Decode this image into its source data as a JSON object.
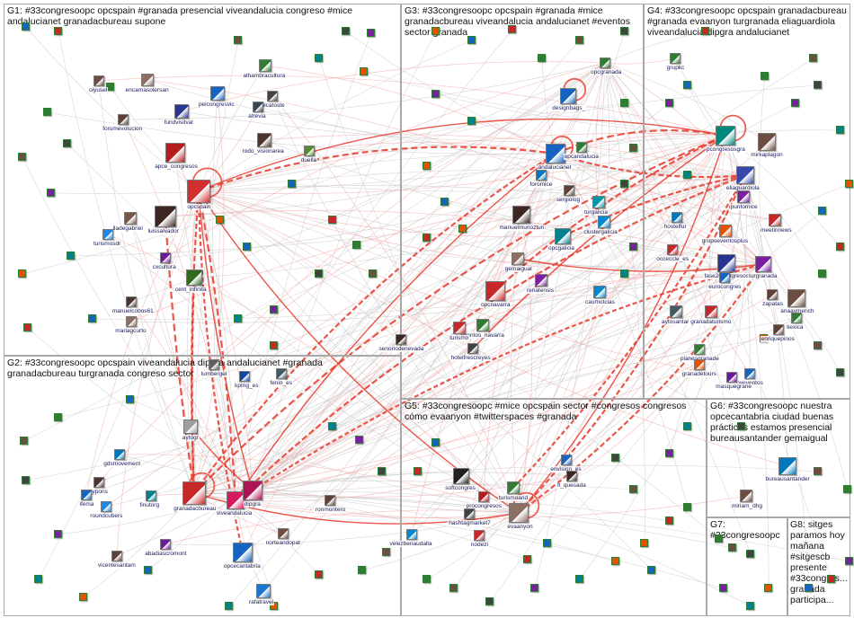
{
  "groups": [
    {
      "id": "G1",
      "label": "G1: #33congresoopc opcspain #granada presencial viveandalucia congreso #mice andalucianet granadacbureau supone"
    },
    {
      "id": "G2",
      "label": "G2: #33congresoopc opcspain viveandalucia dipgra andalucianet #granada granadacbureau turgranada congreso sector"
    },
    {
      "id": "G3",
      "label": "G3: #33congresoopc opcspain #granada #mice granadacbureau viveandalucia andalucianet #eventos sector granada"
    },
    {
      "id": "G4",
      "label": "G4: #33congresoopc opcspain granadacbureau #granada evaanyon turgranada eliaguardiola viveandalucia dipgra andalucianet"
    },
    {
      "id": "G5",
      "label": "G5: #33congresoopc #mice opcspain sector #congresos congresos cómo evaanyon #twitterspaces #granada"
    },
    {
      "id": "G6",
      "label": "G6: #33congresoopc nuestra opcecantabria ciudad buenas prácticas estamos presencial bureausantander gemaigual"
    },
    {
      "id": "G7",
      "label": "G7: #33congresoopc"
    },
    {
      "id": "G8",
      "label": "G8: sitges paramos hoy mañana #sitgescb presente #33congres... granada participa..."
    }
  ],
  "nodes": [
    {
      "label": "alhambracultura",
      "color": "#2e7d32",
      "g": "G1"
    },
    {
      "label": "oiyusel",
      "color": "#6d4c41",
      "g": "G1"
    },
    {
      "label": "encarnasolersan",
      "color": "#8d6e63",
      "g": "G1"
    },
    {
      "label": "pelcongresvic",
      "color": "#1565c0",
      "g": "G1"
    },
    {
      "label": "apicatoste",
      "color": "#424242",
      "g": "G1"
    },
    {
      "label": "fundvisitval",
      "color": "#283593",
      "g": "G1"
    },
    {
      "label": "atrevia",
      "color": "#37474f",
      "g": "G1"
    },
    {
      "label": "forumevolucion",
      "color": "#5d4037",
      "g": "G1"
    },
    {
      "label": "rodo_visionarea",
      "color": "#4e342e",
      "g": "G1"
    },
    {
      "label": "apce_congresos",
      "color": "#b71c1c",
      "g": "G1"
    },
    {
      "label": "duella",
      "color": "#558b2f",
      "g": "G1"
    },
    {
      "label": "opcspain",
      "color": "#d32f2f",
      "g": "G1"
    },
    {
      "label": "luissalvador",
      "color": "#3e2723",
      "g": "G1"
    },
    {
      "label": "lladegabriel",
      "color": "#795548",
      "g": "G1"
    },
    {
      "label": "turismosdr",
      "color": "#1e88e5",
      "g": "G1"
    },
    {
      "label": "cxcultura",
      "color": "#6a1b9a",
      "g": "G1"
    },
    {
      "label": "cent_infinita",
      "color": "#33691e",
      "g": "G1"
    },
    {
      "label": "manuelcobos61",
      "color": "#4e342e",
      "g": "G1"
    },
    {
      "label": "mariagcurto",
      "color": "#8d6e63",
      "g": "G1"
    },
    {
      "label": "senoriodenevada",
      "color": "#3e2723",
      "g": "G1"
    },
    {
      "label": "lumbergel",
      "color": "#616161",
      "g": "G2"
    },
    {
      "label": "kpmg_es",
      "color": "#0d47a1",
      "g": "G2"
    },
    {
      "label": "fenin_es",
      "color": "#455a64",
      "g": "G2"
    },
    {
      "label": "aytogr",
      "color": "#9e9e9e",
      "g": "G2"
    },
    {
      "label": "gdsmovement",
      "color": "#0277bd",
      "g": "G2"
    },
    {
      "label": "ypons",
      "color": "#4e342e",
      "g": "G2"
    },
    {
      "label": "ifema",
      "color": "#1565c0",
      "g": "G2"
    },
    {
      "label": "finutorg",
      "color": "#00838f",
      "g": "G2"
    },
    {
      "label": "roundcubers",
      "color": "#1e88e5",
      "g": "G2"
    },
    {
      "label": "granadacbureau",
      "color": "#c62828",
      "g": "G2"
    },
    {
      "label": "viveandalucia",
      "color": "#d81b60",
      "g": "G2"
    },
    {
      "label": "dipgra",
      "color": "#ad1457",
      "g": "G2"
    },
    {
      "label": "ronmontero",
      "color": "#5d4037",
      "g": "G2"
    },
    {
      "label": "norteandopat",
      "color": "#6d4c41",
      "g": "G2"
    },
    {
      "label": "abadiascromont",
      "color": "#6a1b9a",
      "g": "G2"
    },
    {
      "label": "opcecantabria",
      "color": "#1565c0",
      "g": "G2"
    },
    {
      "label": "vicentesantam",
      "color": "#5d4037",
      "g": "G2"
    },
    {
      "label": "rafatravel",
      "color": "#1976d2",
      "g": "G2"
    },
    {
      "label": "opcgranada",
      "color": "#2e7d32",
      "g": "G3"
    },
    {
      "label": "designbags_",
      "color": "#1565c0",
      "g": "G3"
    },
    {
      "label": "andalucianet",
      "color": "#1565c0",
      "g": "G3"
    },
    {
      "label": "opcandalucia",
      "color": "#2e7d32",
      "g": "G3"
    },
    {
      "label": "foromice",
      "color": "#0277bd",
      "g": "G3"
    },
    {
      "label": "sergiolog",
      "color": "#5d4037",
      "g": "G3"
    },
    {
      "label": "manuelmunozturi",
      "color": "#3e2723",
      "g": "G3"
    },
    {
      "label": "turgalicia",
      "color": "#0097a7",
      "g": "G3"
    },
    {
      "label": "opcgalicia",
      "color": "#00838f",
      "g": "G3"
    },
    {
      "label": "clustergalicia",
      "color": "#0288d1",
      "g": "G3"
    },
    {
      "label": "gemaigual",
      "color": "#8d6e63",
      "g": "G3"
    },
    {
      "label": "renatensis",
      "color": "#7b1fa2",
      "g": "G3"
    },
    {
      "label": "opcnavarra",
      "color": "#c62828",
      "g": "G3"
    },
    {
      "label": "eventos_navarra",
      "color": "#2e7d32",
      "g": "G3"
    },
    {
      "label": "turismo",
      "color": "#c62828",
      "g": "G3"
    },
    {
      "label": "hotelfrescreyes",
      "color": "#424242",
      "g": "G3"
    },
    {
      "label": "caumotcias",
      "color": "#0288d1",
      "g": "G3"
    },
    {
      "label": "grupkc",
      "color": "#2e7d32",
      "g": "G4"
    },
    {
      "label": "pcongresosgra",
      "color": "#00897b",
      "g": "G4"
    },
    {
      "label": "mirkaplagon",
      "color": "#6d4c41",
      "g": "G4"
    },
    {
      "label": "eliaguardiola",
      "color": "#3949ab",
      "g": "G4"
    },
    {
      "label": "puntomice",
      "color": "#7b1fa2",
      "g": "G4"
    },
    {
      "label": "meetinnews",
      "color": "#c62828",
      "g": "G4"
    },
    {
      "label": "hostelfur",
      "color": "#0277bd",
      "g": "G4"
    },
    {
      "label": "grupoeventosplus",
      "color": "#e65100",
      "g": "G4"
    },
    {
      "label": "occeccle_es",
      "color": "#c62828",
      "g": "G4"
    },
    {
      "label": "fase20congresos",
      "color": "#283593",
      "g": "G4"
    },
    {
      "label": "turgranada",
      "color": "#7b1fa2",
      "g": "G4"
    },
    {
      "label": "eurocongres",
      "color": "#1565c0",
      "g": "G4"
    },
    {
      "label": "zapatas",
      "color": "#5d4037",
      "g": "G4"
    },
    {
      "label": "anaaymerich",
      "color": "#6d4c41",
      "g": "G4"
    },
    {
      "label": "tiexica",
      "color": "#2e7d32",
      "g": "G4"
    },
    {
      "label": "aytosantar",
      "color": "#455a64",
      "g": "G4"
    },
    {
      "label": "granadaturismo",
      "color": "#c62828",
      "g": "G4"
    },
    {
      "label": "enriquepinos",
      "color": "#5d4037",
      "g": "G4"
    },
    {
      "label": "planesgranade",
      "color": "#2e7d32",
      "g": "G4"
    },
    {
      "label": "granadetours",
      "color": "#e65100",
      "g": "G4"
    },
    {
      "label": "weventos",
      "color": "#1565c0",
      "g": "G4"
    },
    {
      "label": "masquegrane",
      "color": "#6a1b9a",
      "g": "G4"
    },
    {
      "label": "softcongres",
      "color": "#212121",
      "g": "G5"
    },
    {
      "label": "envision_es",
      "color": "#1565c0",
      "g": "G5"
    },
    {
      "label": "fl_quesada",
      "color": "#3e2723",
      "g": "G5"
    },
    {
      "label": "procongresos",
      "color": "#b71c1c",
      "g": "G5"
    },
    {
      "label": "turismoand",
      "color": "#2e7d32",
      "g": "G5"
    },
    {
      "label": "hashtagmarket7",
      "color": "#424242",
      "g": "G5"
    },
    {
      "label": "evaanyon",
      "color": "#8d6e63",
      "g": "G5"
    },
    {
      "label": "nodezi",
      "color": "#c62828",
      "g": "G5"
    },
    {
      "label": "velezbenaudalla",
      "color": "#0288d1",
      "g": "G5"
    },
    {
      "label": "bureausantander",
      "color": "#0277bd",
      "g": "G6"
    },
    {
      "label": "miriam_dhg",
      "color": "#6d4c41",
      "g": "G6"
    }
  ],
  "colors": {
    "edge_strong": "#e8382c",
    "edge_weak": "#f2a3a0",
    "edge_gray": "#c9c9c9",
    "node_border": "#7a7a7a",
    "group_border": "#a8a8a8"
  }
}
